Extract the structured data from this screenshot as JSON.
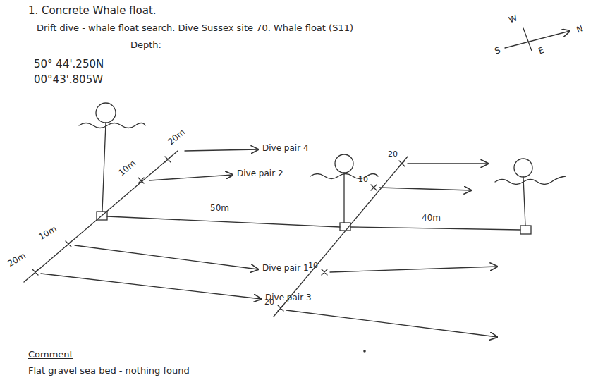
{
  "diagram": {
    "title": "1. Concrete Whale float.",
    "labels": [
      "Drift dive - whale float search. Dive Sussex site 70. Whale float (S11)",
      "Depth:",
      "50° 44'.250N",
      "00°43'.805W",
      "W",
      "N",
      "S",
      "E",
      "20m",
      "10m",
      "Dive pair 4",
      "Dive pair 2",
      "10m",
      "20m",
      "Dive pair 1",
      "Dive pair 3",
      "50m",
      "20",
      "10",
      "10",
      "20",
      "40m",
      "Comment",
      "Flat gravel sea bed - nothing found"
    ]
  }
}
